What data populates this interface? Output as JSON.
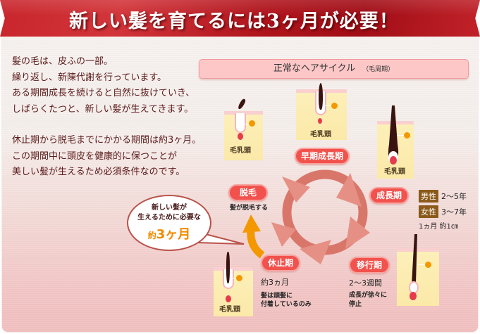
{
  "banner": {
    "title": "新しい髪を育てるには3ヶ月が必要！"
  },
  "intro": {
    "paragraph1": [
      "髪の毛は、皮ふの一部。",
      "繰り返し、新陳代謝を行っています。",
      "ある期間成長を続けると自然に抜けていき、",
      "しばらくたつと、新しい髪が生えてきます。"
    ],
    "paragraph2": [
      "休止期から脱毛までにかかる期間は約3ヶ月。",
      "この期間中に頭皮を健康的に保つことが",
      "美しい髪が生えるため必須条件なのです。"
    ]
  },
  "cycle": {
    "title": "正常なヘアサイクル",
    "subtitle": "（毛周期）",
    "papilla_label": "毛乳頭",
    "phases": {
      "early_growth": {
        "label": "早期成長期"
      },
      "growth": {
        "label": "成長期",
        "male_tag": "男性",
        "male_duration": "2〜5年",
        "female_tag": "女性",
        "female_duration": "3〜7年",
        "rate": "1ヵ月 約1㎝"
      },
      "transition": {
        "label": "移行期",
        "duration": "2〜3週間",
        "note_line1": "成長が徐々に",
        "note_line2": "停止"
      },
      "resting": {
        "label": "休止期",
        "duration": "約3ヵ月",
        "note_line1": "髪は頭髪に",
        "note_line2": "付着しているのみ"
      },
      "shedding": {
        "label": "脱毛",
        "note": "髪が脱毛する"
      }
    }
  },
  "bubble": {
    "line1": "新しい髪が",
    "line2": "生えるために必要な",
    "prefix": "約",
    "emphasis": "3ヶ月"
  },
  "colors": {
    "banner_red": "#b0141c",
    "pill_red": "#f2524d",
    "cycle_ring": "#d9766a",
    "arrow_orange": "#f39800",
    "tag_brown": "#8b5a1a",
    "skin_yellow": "#fcefb8"
  }
}
